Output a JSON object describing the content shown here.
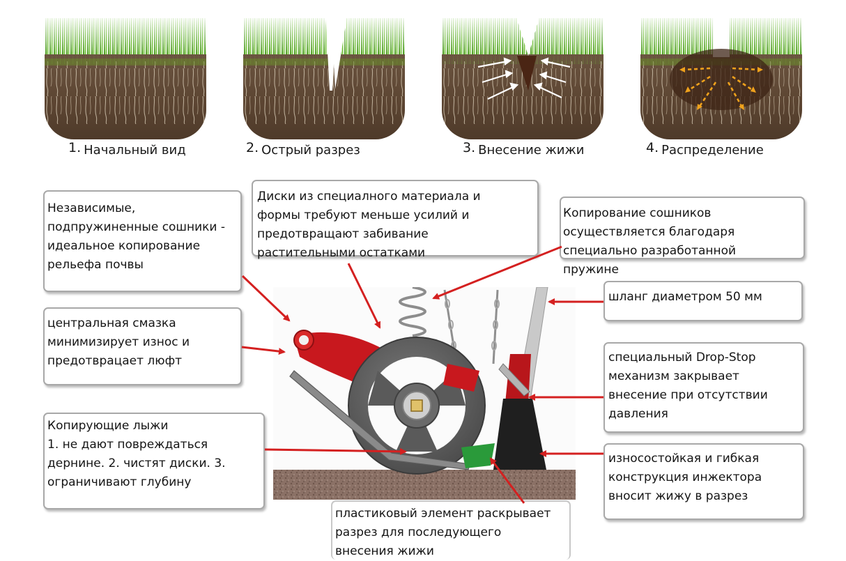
{
  "stages": [
    {
      "num": "1.",
      "label": "Начальный вид",
      "icon": "soil-intact-icon"
    },
    {
      "num": "2.",
      "label": "Острый разрез",
      "icon": "soil-cut-icon"
    },
    {
      "num": "3.",
      "label": "Внесение жижи",
      "icon": "soil-injection-icon"
    },
    {
      "num": "4.",
      "label": "Распределение",
      "icon": "soil-distribution-icon"
    }
  ],
  "callouts": {
    "coulters": "Независимые,\nподпружиненные сошники -\nидеальное копирование\nрельефа почвы",
    "discs": "Диски из специалного материала и\nформы требуют меньше усилий и\nпредотвращают забивание\nрастительными остатками",
    "spring": "Копирование сошников\nосуществляется благодаря\nспециально разработанной\nпружине",
    "lubrication": "центральная смазка\nминимизирует износ и\nпредотврацает люфт",
    "hose": "шланг диаметром 50 мм",
    "dropstop": "специальный Drop-Stop\nмеханизм закрывает\nвнесение при отсутствии\nдавления",
    "skis": "Копирующие лыжи\n1. не дают повреждаться\nдернине. 2. чистят диски. 3.\nограничивают глубину",
    "injector": "износостойкая и гибкая\nконструкция инжектора\nвносит жижу в разрез",
    "plastic": "пластиковый элемент раскрывает\nразрез для последующего\nвнесения жижи"
  },
  "colors": {
    "arrow": "#d42020",
    "frame_red": "#c8181e",
    "disc": "#5e5e5e",
    "grass": "#5fae2e",
    "soil": "#5a4332",
    "box_border": "#a8a8a8"
  }
}
